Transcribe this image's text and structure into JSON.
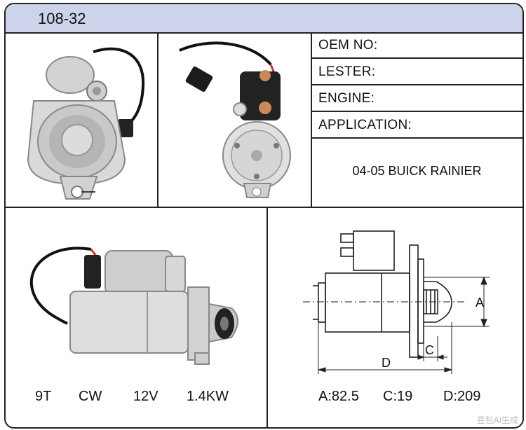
{
  "header": {
    "code": "108-32"
  },
  "info": {
    "oem_label": "OEM NO:",
    "lester_label": "LESTER:",
    "engine_label": "ENGINE:",
    "application_label": "APPLICATION:",
    "application_value": "04-05 BUICK RAINIER"
  },
  "specs": {
    "teeth": "9T",
    "rotation": "CW",
    "voltage": "12V",
    "power": "1.4KW"
  },
  "dimensions": {
    "a": "A:82.5",
    "c": "C:19",
    "d": "D:209",
    "label_a": "A",
    "label_c": "C",
    "label_d": "D"
  },
  "photos": {
    "front": "starter-front-photo",
    "rear": "starter-rear-photo",
    "side": "starter-side-photo"
  },
  "watermark": "豆包AI生成",
  "colors": {
    "header_bg": "#cdd3ea",
    "border": "#222222"
  }
}
